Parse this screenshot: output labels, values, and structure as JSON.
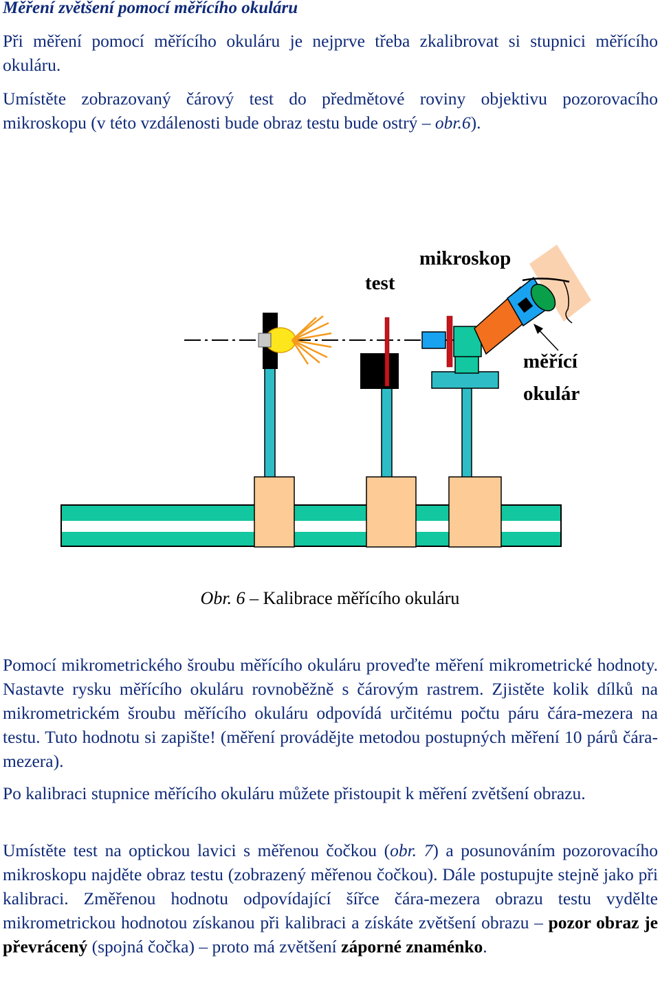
{
  "heading": "Měření zvětšení pomocí měřícího okuláru",
  "paragraphs": {
    "p1": "Při měření pomocí měřícího okuláru je nejprve třeba zkalibrovat si stupnici měřícího okuláru.",
    "p2_main": "Umístěte zobrazovaný čárový test do předmětové roviny objektivu pozorovacího mikroskopu (v této vzdálenosti bude obraz testu bude ostrý – ",
    "p2_ref": "obr.6",
    "p2_end": ").",
    "p3": "Pomocí mikrometrického šroubu měřícího okuláru proveďte měření mikrometrické hodnoty. Nastavte rysku měřícího okuláru rovnoběžně s čárovým rastrem. Zjistěte kolik dílků na mikrometrickém šroubu měřícího okuláru odpovídá určitému počtu páru čára-mezera na testu. Tuto hodnotu si zapište! (měření provádějte metodou postupných měření 10 párů čára-mezera).",
    "p4": "Po kalibraci stupnice měřícího okuláru můžete přistoupit k měření zvětšení obrazu.",
    "p5_a": "Umístěte test na optickou lavici s měřenou čočkou (",
    "p5_ref": "obr. 7",
    "p5_b": ") a posunováním pozorovacího mikroskopu najděte obraz testu (zobrazený měřenou čočkou). Dále postupujte stejně jako při kalibraci. Změřenou hodnotu odpovídající šířce čára-mezera obrazu testu vydělte mikrometrickou hodnotou získanou při kalibraci a získáte zvětšení obrazu – ",
    "p5_bold1": "pozor obraz je převrácený",
    "p5_c": " (spojná čočka) – proto má zvětšení ",
    "p5_bold2": "záporné znaménko",
    "p5_d": "."
  },
  "figure": {
    "labels": {
      "test": "test",
      "microscope": "mikroskop",
      "eyepiece_line1": "měřící",
      "eyepiece_line2": "okulár"
    },
    "colors": {
      "rail_green": "#13c7a0",
      "post_teal": "#2ebdc6",
      "carriage": "#fccb96",
      "tube_orange": "#f2701e",
      "eyepiece_blue": "#19a2ef",
      "test_red": "#c8141c",
      "lamp_yellow": "#fde61c",
      "ray_orange": "#f59a1e",
      "face": "#fbd2b0"
    }
  },
  "caption": {
    "prefix": "Obr. 6",
    "text": " – Kalibrace měřícího okuláru"
  }
}
